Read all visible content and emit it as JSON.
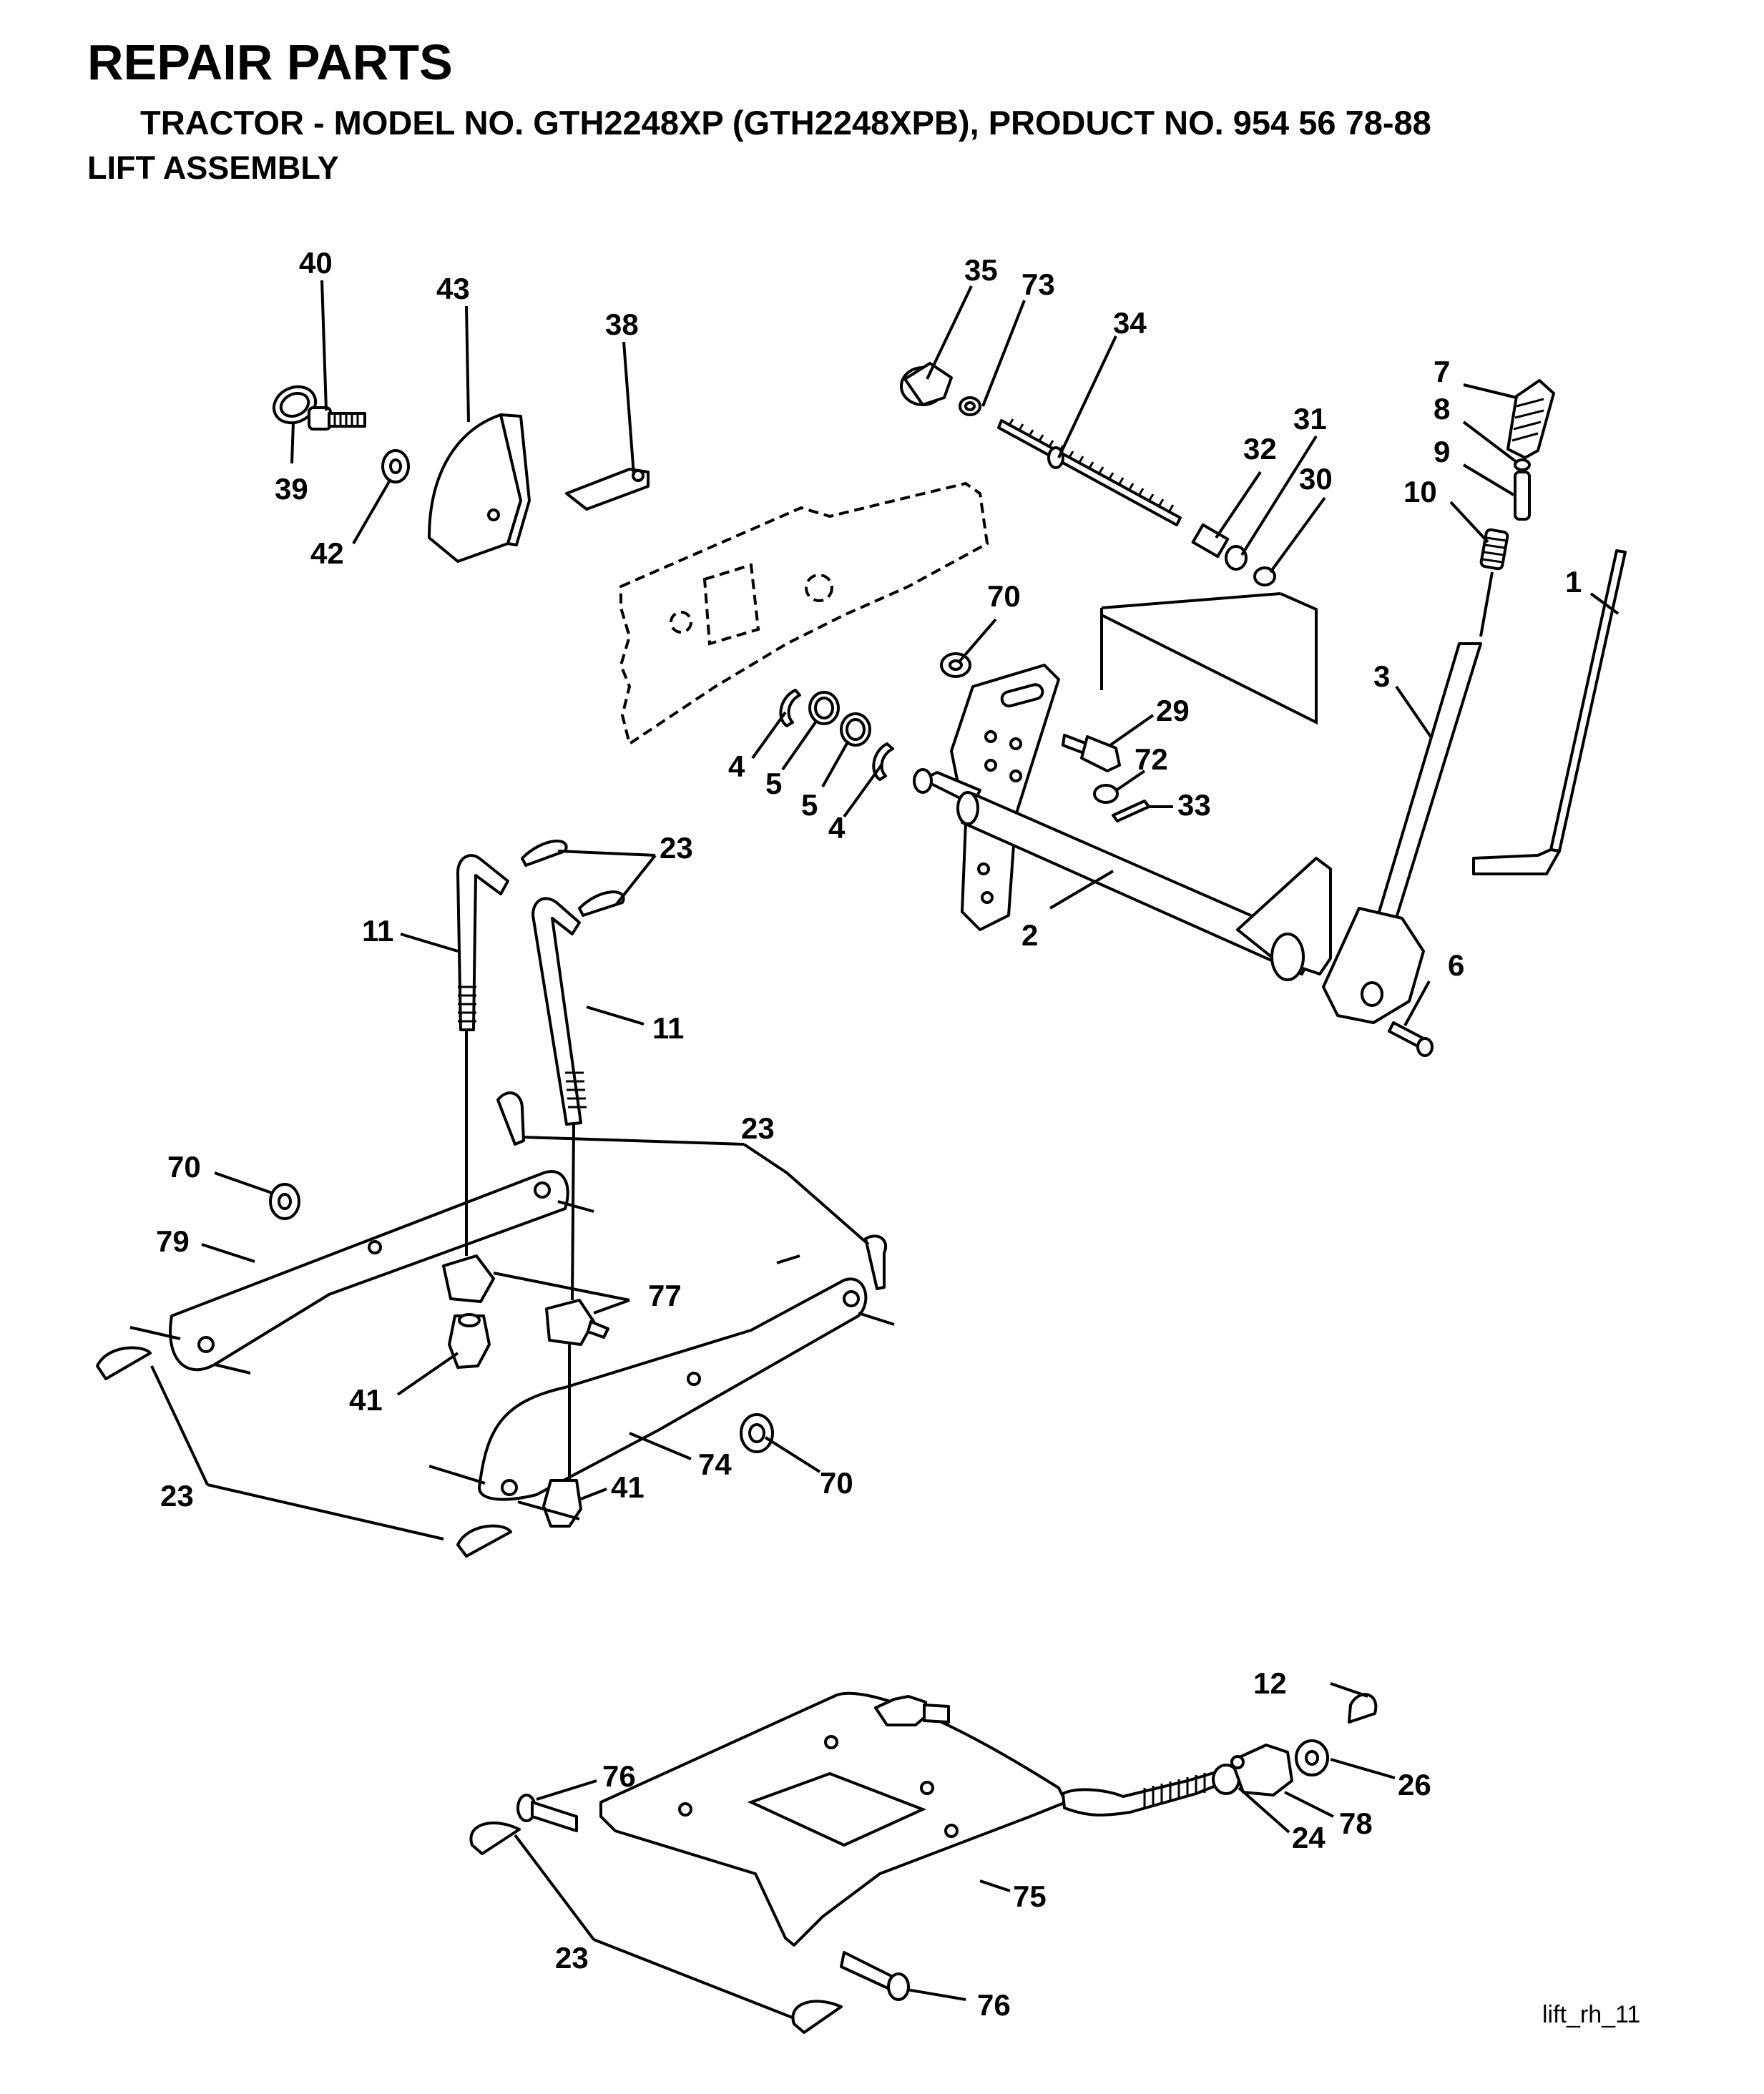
{
  "header": {
    "title": "REPAIR PARTS",
    "subtitle": "TRACTOR - MODEL NO. GTH2248XP (GTH2248XPB), PRODUCT NO. 954 56 78-88",
    "section": "LIFT ASSEMBLY"
  },
  "diagram_code": "lift_rh_11",
  "callouts": [
    "40",
    "43",
    "38",
    "35",
    "73",
    "34",
    "32",
    "31",
    "30",
    "7",
    "8",
    "9",
    "10",
    "1",
    "3",
    "39",
    "42",
    "70",
    "29",
    "72",
    "33",
    "4",
    "5",
    "5",
    "4",
    "2",
    "6",
    "23",
    "11",
    "11",
    "23",
    "70",
    "79",
    "77",
    "41",
    "74",
    "70",
    "23",
    "41",
    "12",
    "76",
    "26",
    "78",
    "24",
    "75",
    "23",
    "76"
  ]
}
